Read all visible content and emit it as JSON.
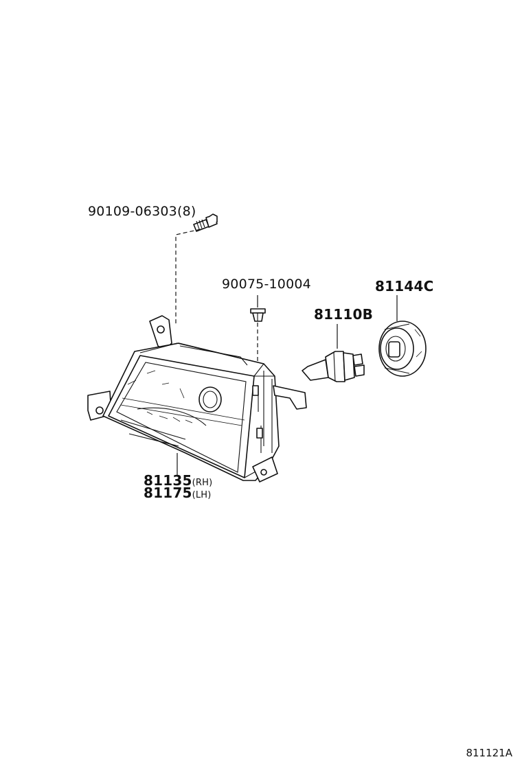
{
  "parts": [
    {
      "id": "bolt",
      "number": "90109-06303",
      "quantity": "(8)",
      "name": "bolt-icon"
    },
    {
      "id": "clip",
      "number": "90075-10004",
      "name": "clip-icon"
    },
    {
      "id": "bulb",
      "number": "81110B",
      "name": "bulb-icon"
    },
    {
      "id": "cover",
      "number": "81144C",
      "name": "socket-cover-icon"
    },
    {
      "id": "headlamp_rh",
      "number": "81135",
      "side": "(RH)"
    },
    {
      "id": "headlamp_lh",
      "number": "81175",
      "side": "(LH)"
    }
  ],
  "diagram_code": "811121A"
}
